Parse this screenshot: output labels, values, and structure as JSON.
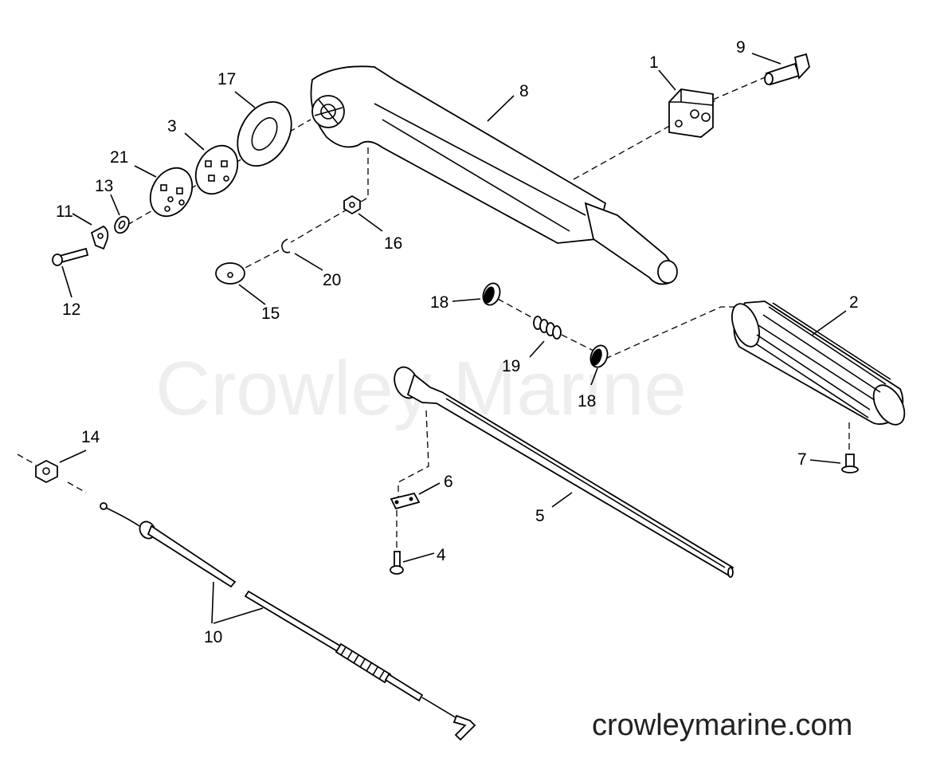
{
  "watermark": "Crowley Marine",
  "site_url": "crowleymarine.com",
  "part_labels": {
    "p1": "1",
    "p2": "2",
    "p3": "3",
    "p4": "4",
    "p5": "5",
    "p6": "6",
    "p7": "7",
    "p8": "8",
    "p9": "9",
    "p10": "10",
    "p11": "11",
    "p12": "12",
    "p13": "13",
    "p14": "14",
    "p15": "15",
    "p16": "16",
    "p17": "17",
    "p18a": "18",
    "p18b": "18",
    "p19": "19",
    "p20": "20",
    "p21": "21"
  }
}
